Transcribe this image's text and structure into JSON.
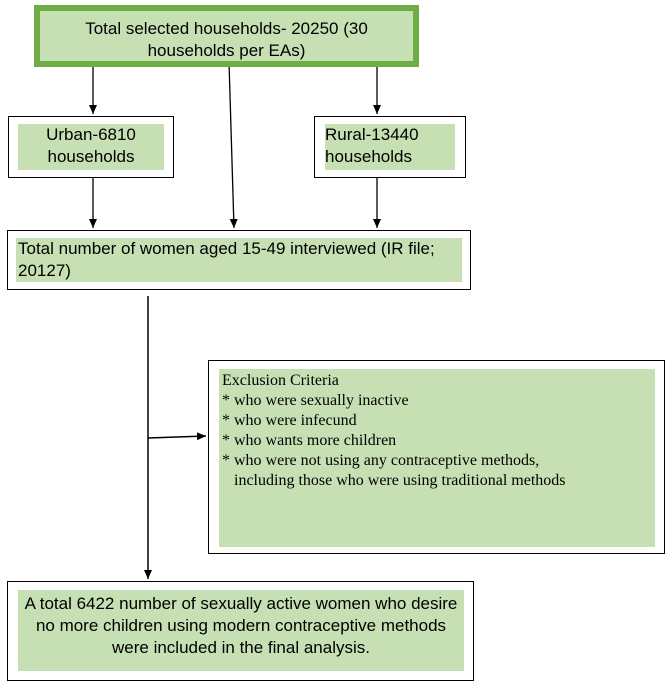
{
  "nodes": {
    "total_households": "Total selected households- 20250 (30 households per EAs)",
    "urban": "Urban-6810 households",
    "rural": "Rural-13440 households",
    "women_interviewed": "Total number of women aged 15-49 interviewed (IR file; 20127)",
    "final": "A total 6422 number of sexually active women who desire no more children using modern contraceptive methods were included in the final analysis."
  },
  "exclusion": {
    "title": "Exclusion Criteria",
    "items": [
      "* who were sexually inactive",
      "* who were infecund",
      "* who wants more children",
      "* who were not using any contraceptive methods,"
    ],
    "item_continuation": "including those who were using traditional methods"
  },
  "colors": {
    "box_fill": "#c6e0b4",
    "top_border": "#70ad47",
    "line": "#000000"
  }
}
